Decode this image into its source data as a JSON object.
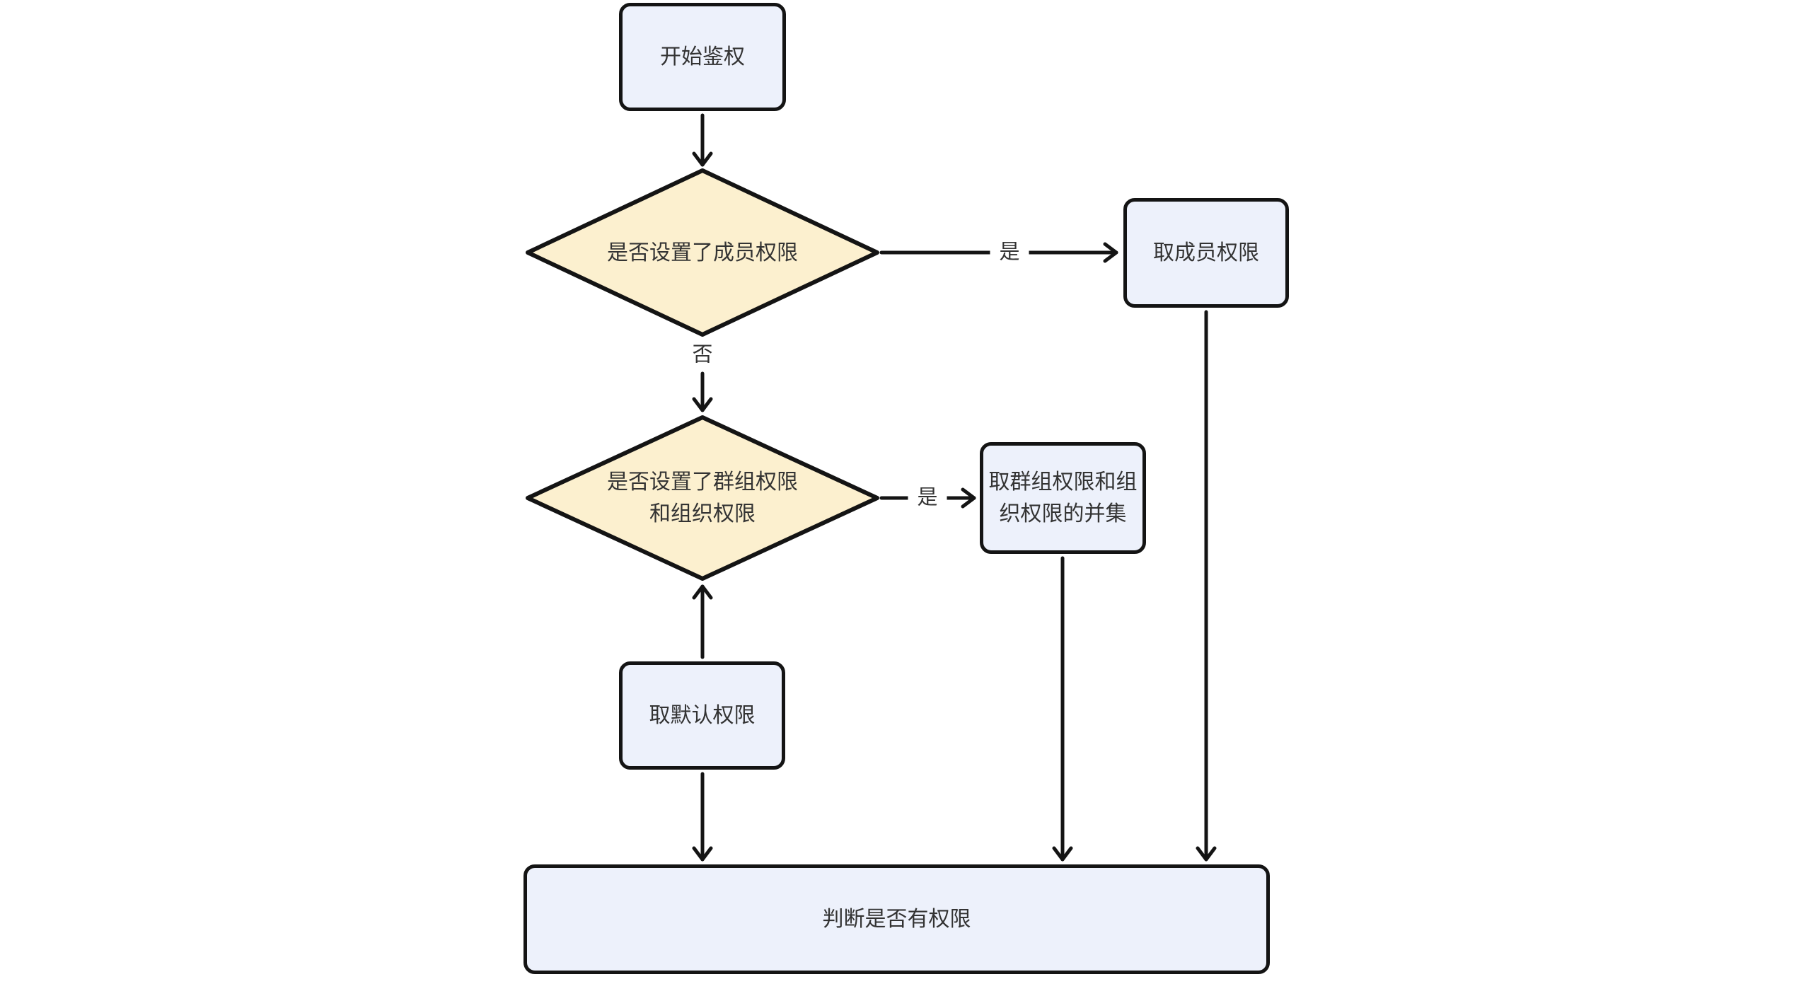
{
  "colors": {
    "stroke_color": "#141414",
    "text_color": "#333333",
    "node_fill_blue": "#edf1fb",
    "node_fill_yellow": "#fcf0cf",
    "background": "#ffffff"
  },
  "flowchart": {
    "nodes": {
      "start": {
        "label": "开始鉴权"
      },
      "decision_member_permission": {
        "label": "是否设置了成员权限"
      },
      "get_member_permission": {
        "label": "取成员权限"
      },
      "decision_group_org_permission": {
        "label": "是否设置了群组权限\n和组织权限"
      },
      "get_group_org_union": {
        "label": "取群组权限和组\n织权限的并集"
      },
      "get_default_permission": {
        "label": "取默认权限"
      },
      "check_has_permission": {
        "label": "判断是否有权限"
      }
    },
    "edge_labels": {
      "member_yes": "是",
      "member_no": "否",
      "group_yes": "是"
    }
  }
}
